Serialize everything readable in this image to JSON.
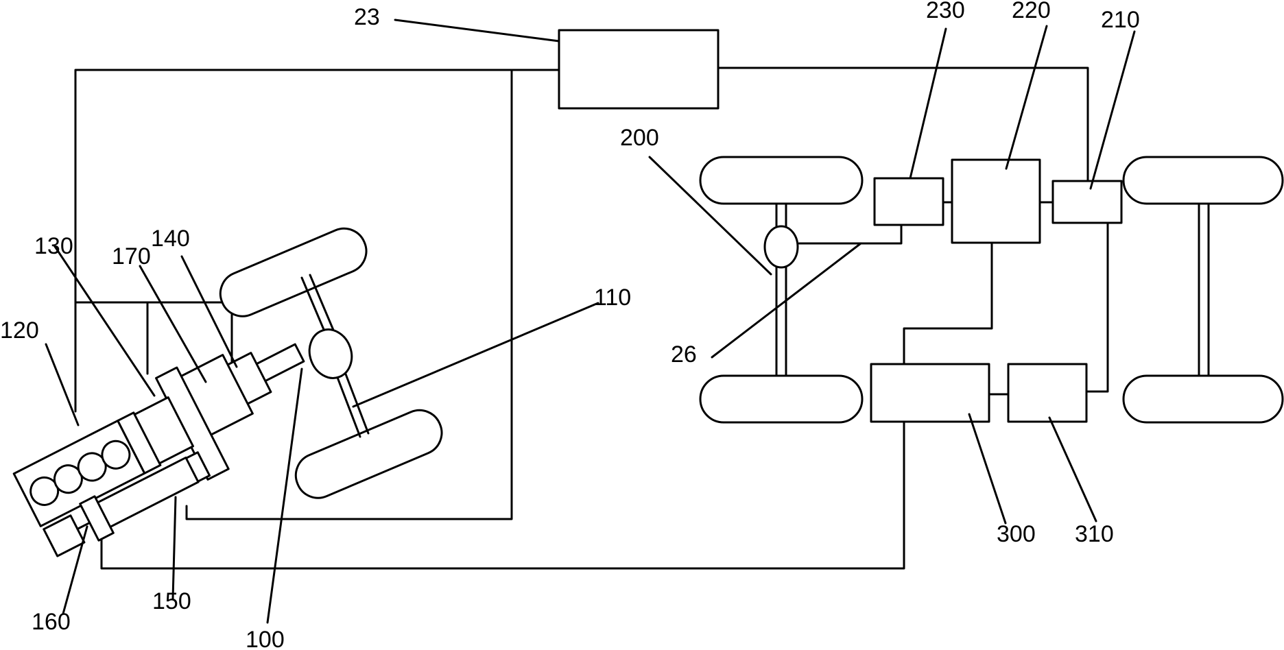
{
  "labels": {
    "l23": "23",
    "l230": "230",
    "l220": "220",
    "l210": "210",
    "l200": "200",
    "l26": "26",
    "l300": "300",
    "l310": "310",
    "l110": "110",
    "l100": "100",
    "l120": "120",
    "l130": "130",
    "l140": "140",
    "l150": "150",
    "l160": "160",
    "l170": "170"
  }
}
